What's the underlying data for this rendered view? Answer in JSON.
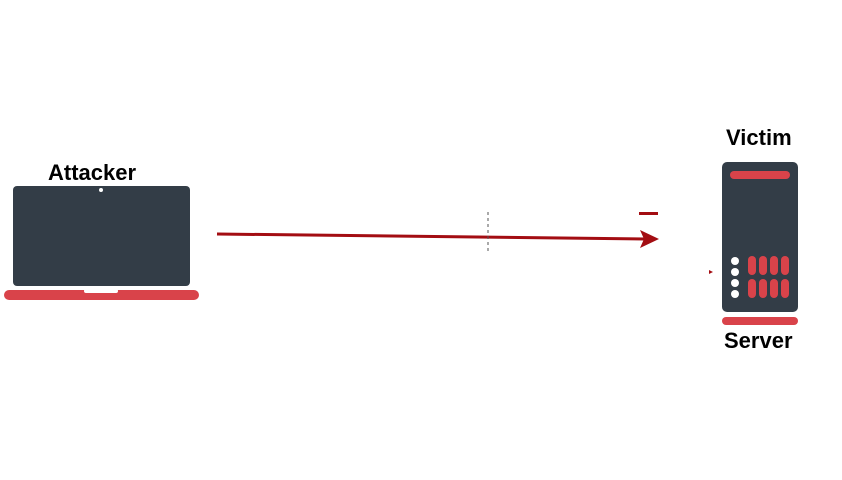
{
  "nodes": {
    "attacker": {
      "label": "Attacker",
      "icon": "laptop-icon"
    },
    "victim": {
      "label": "Victim",
      "icon": "server-icon"
    },
    "server": {
      "label": "Server"
    }
  },
  "colors": {
    "device_body": "#333d47",
    "accent_red": "#d9434a",
    "arrow": "#a30d12",
    "text": "#000000",
    "led_white": "#ffffff"
  }
}
